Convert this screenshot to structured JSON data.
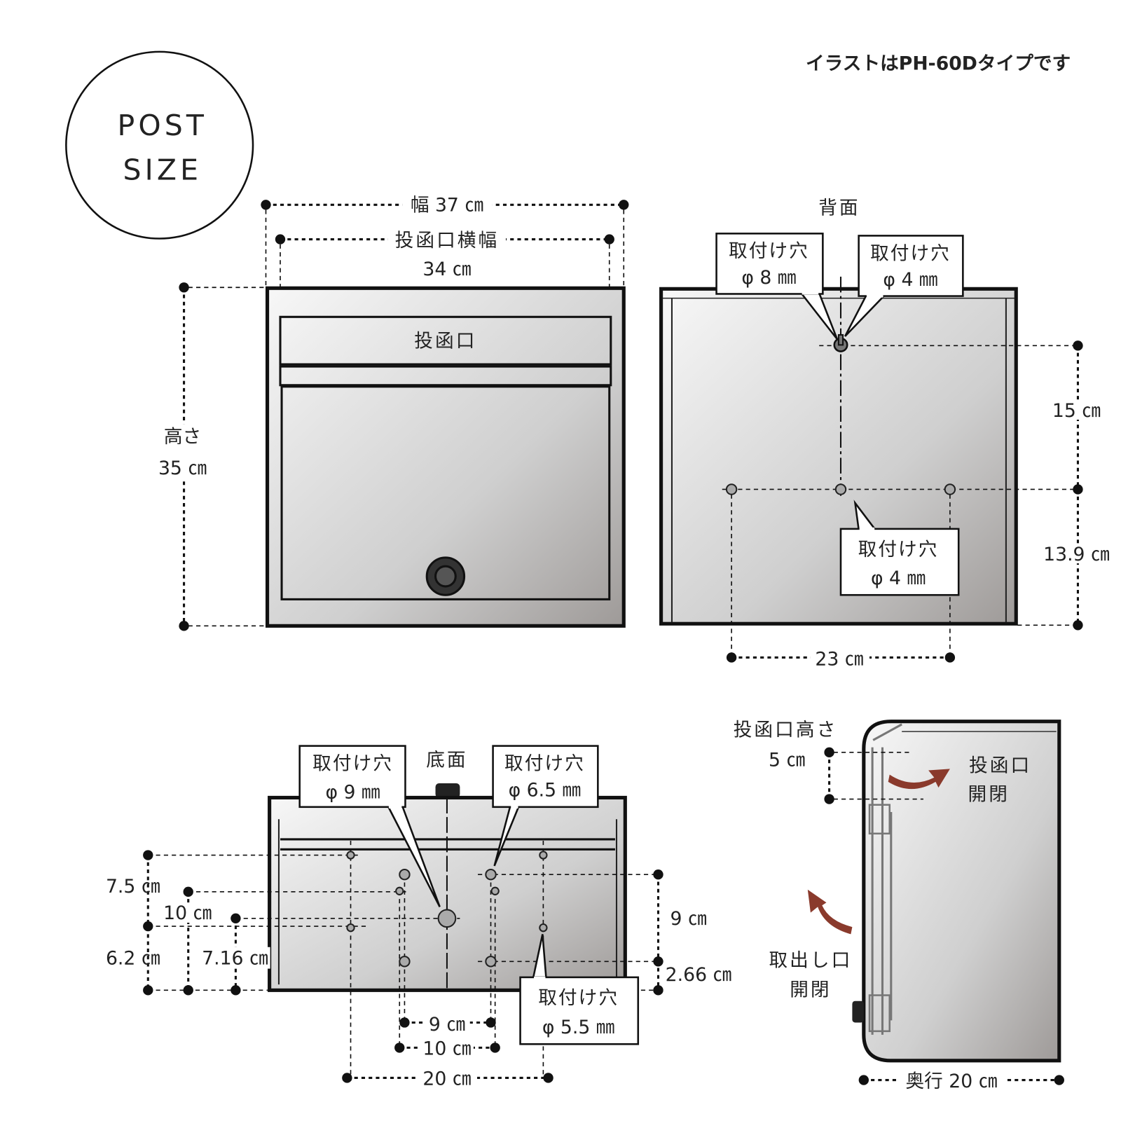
{
  "header": {
    "note": "イラストはPH-60Dタイプです"
  },
  "badge": {
    "line1": "POST",
    "line2": "SIZE"
  },
  "front": {
    "width_label": "幅 37 ㎝",
    "slot_width_label": "投函口横幅",
    "slot_width_value": "34 ㎝",
    "height_label": "高さ",
    "height_value": "35 ㎝",
    "slot_label": "投函口"
  },
  "back": {
    "title": "背面",
    "callouts": [
      {
        "title": "取付け穴",
        "size": "φ 8 ㎜"
      },
      {
        "title": "取付け穴",
        "size": "φ 4 ㎜"
      },
      {
        "title": "取付け穴",
        "size": "φ 4 ㎜"
      }
    ],
    "dim_top": "15 ㎝",
    "dim_bottom": "13.9 ㎝",
    "dim_holes": "23 ㎝"
  },
  "bottom": {
    "title": "底面",
    "callouts": [
      {
        "title": "取付け穴",
        "size": "φ 9 ㎜"
      },
      {
        "title": "取付け穴",
        "size": "φ 6.5 ㎜"
      },
      {
        "title": "取付け穴",
        "size": "φ 5.5 ㎜"
      }
    ],
    "dims": {
      "d7_5": "7.5 ㎝",
      "d10_left": "10 ㎝",
      "d6_2": "6.2 ㎝",
      "d7_16": "7.16 ㎝",
      "d9_right": "9 ㎝",
      "d2_66": "2.66 ㎝",
      "d9_bottom": "9 ㎝",
      "d10_bottom": "10 ㎝",
      "d20": "20 ㎝"
    }
  },
  "side": {
    "slot_height_label": "投函口高さ",
    "slot_height_value": "5 ㎝",
    "slot_open_1": "投函口",
    "slot_open_2": "開閉",
    "takeout_1": "取出し口",
    "takeout_2": "開閉",
    "depth": "奥行 20 ㎝"
  },
  "colors": {
    "arrow": "#8a3a2c",
    "outline": "#111111"
  }
}
